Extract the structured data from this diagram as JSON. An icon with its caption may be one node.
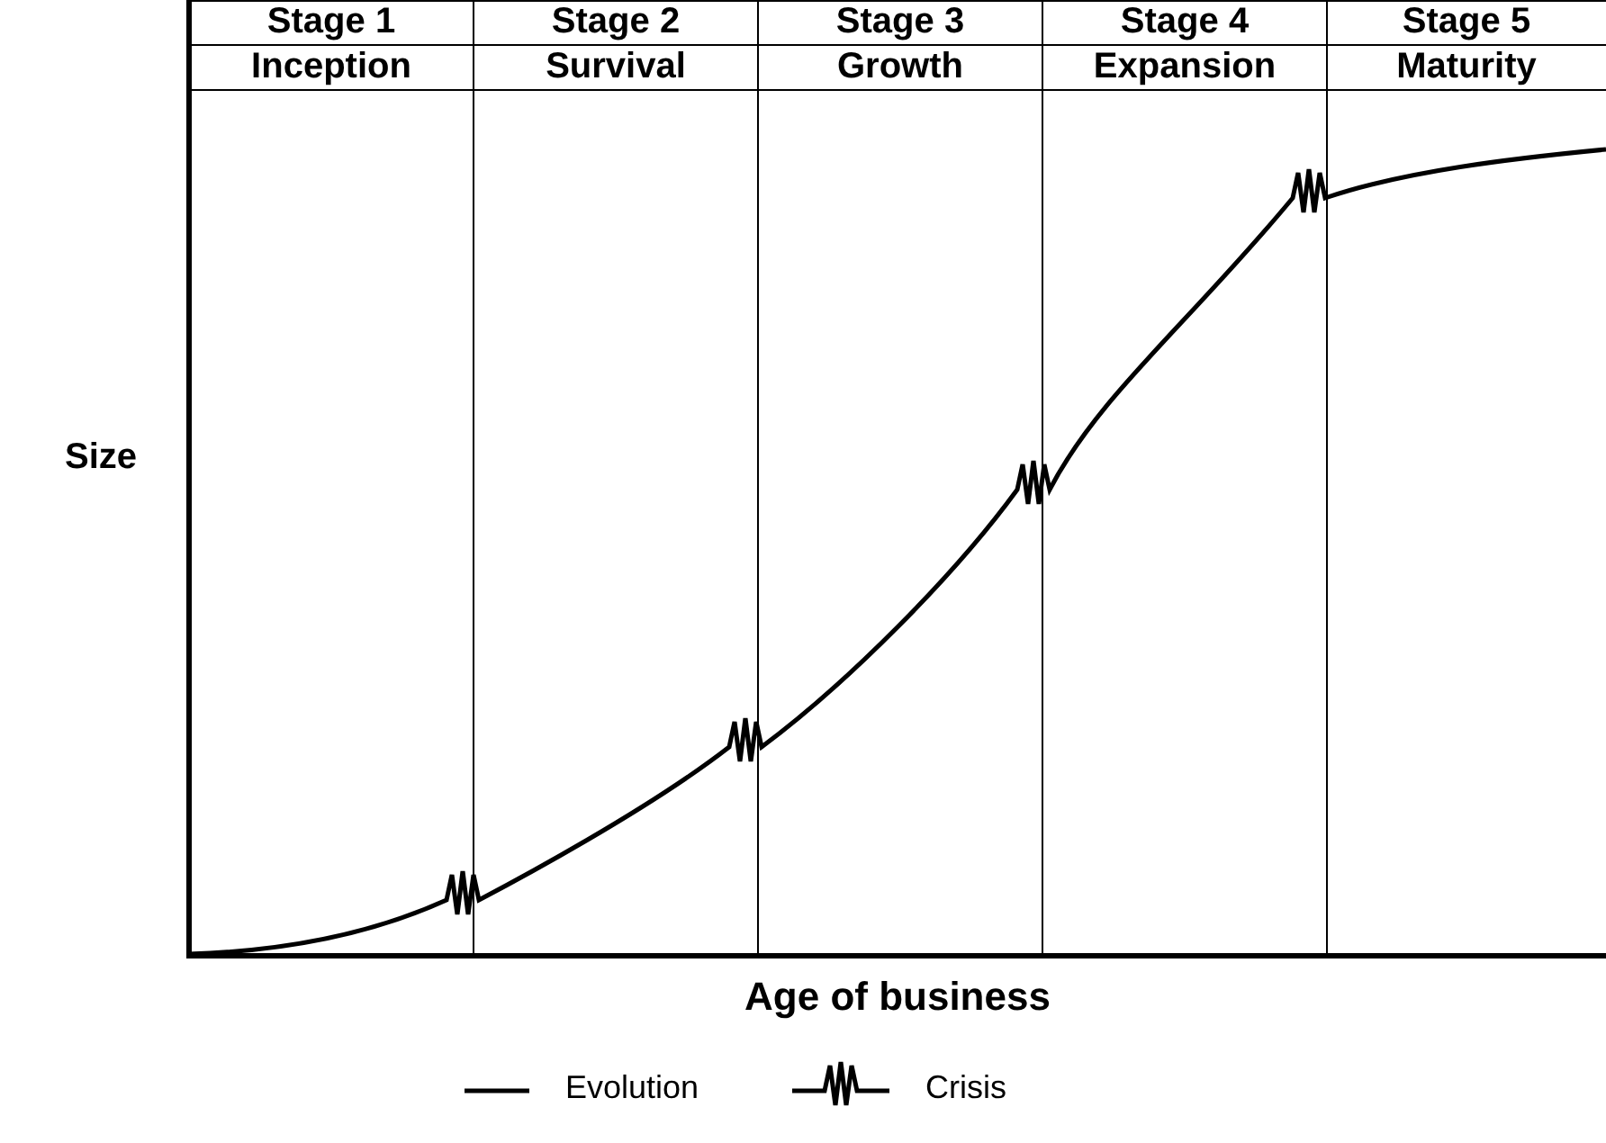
{
  "diagram": {
    "labels": [
      "Stage 1",
      "Stage 2",
      "Stage 3",
      "Stage 4",
      "Stage 5",
      "Inception",
      "Survival",
      "Growth",
      "Expansion",
      "Maturity",
      "Size",
      "Age of business"
    ],
    "legend": [
      {
        "text": "Evolution"
      },
      {
        "text": "Crisis"
      }
    ]
  }
}
